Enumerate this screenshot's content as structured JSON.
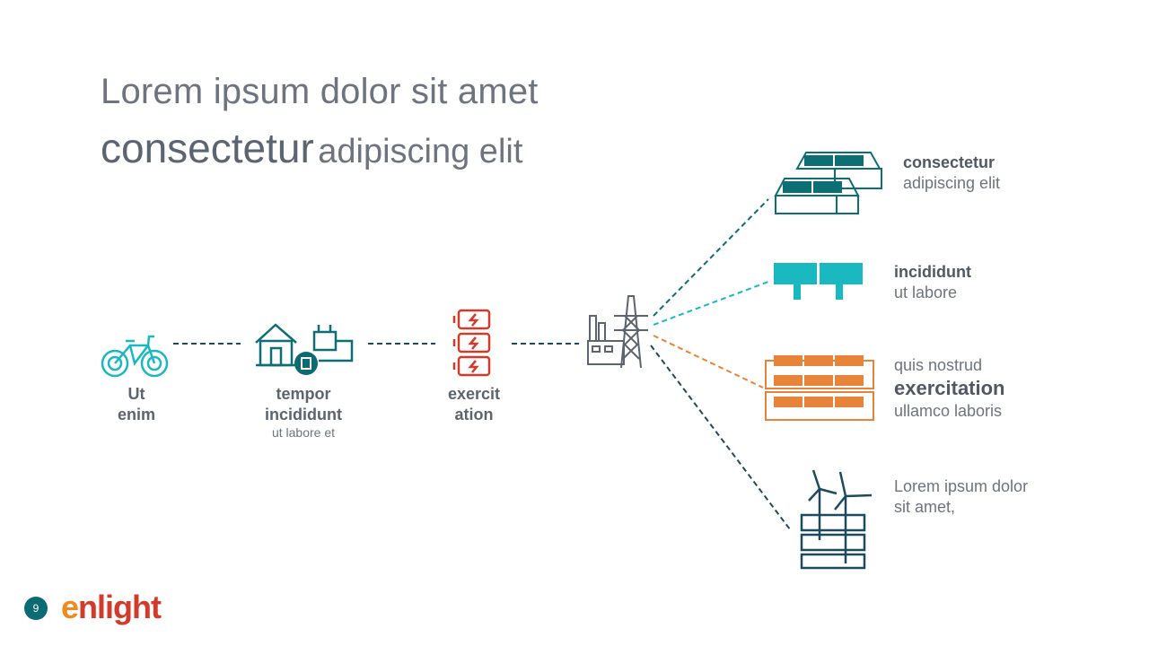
{
  "title": {
    "line1": "Lorem ipsum dolor sit amet",
    "line2_big": "consectetur",
    "line2_small": "adipiscing elit"
  },
  "flow": {
    "bike": {
      "label1": "Ut",
      "label2": "enim"
    },
    "home": {
      "label1": "tempor",
      "label2": "incididunt",
      "sub": "ut labore et"
    },
    "battery": {
      "label1": "exercit",
      "label2": "ation"
    }
  },
  "branches": [
    {
      "bold": "consectetur",
      "text": "adipiscing elit"
    },
    {
      "bold": "incididunt",
      "text": "ut labore"
    },
    {
      "pre": "quis nostrud",
      "bold": "exercitation",
      "text": "ullamco laboris"
    },
    {
      "line1": "Lorem ipsum dolor",
      "line2": "sit amet,"
    }
  ],
  "colors": {
    "teal": "#0e8a8a",
    "light_teal": "#1ab8c0",
    "orange": "#e8833a",
    "navy": "#1d4a5e",
    "red": "#d23a2a",
    "gray": "#5b6470"
  },
  "footer": {
    "page_number": "9",
    "logo_e": "e",
    "logo_rest": "nlight"
  }
}
